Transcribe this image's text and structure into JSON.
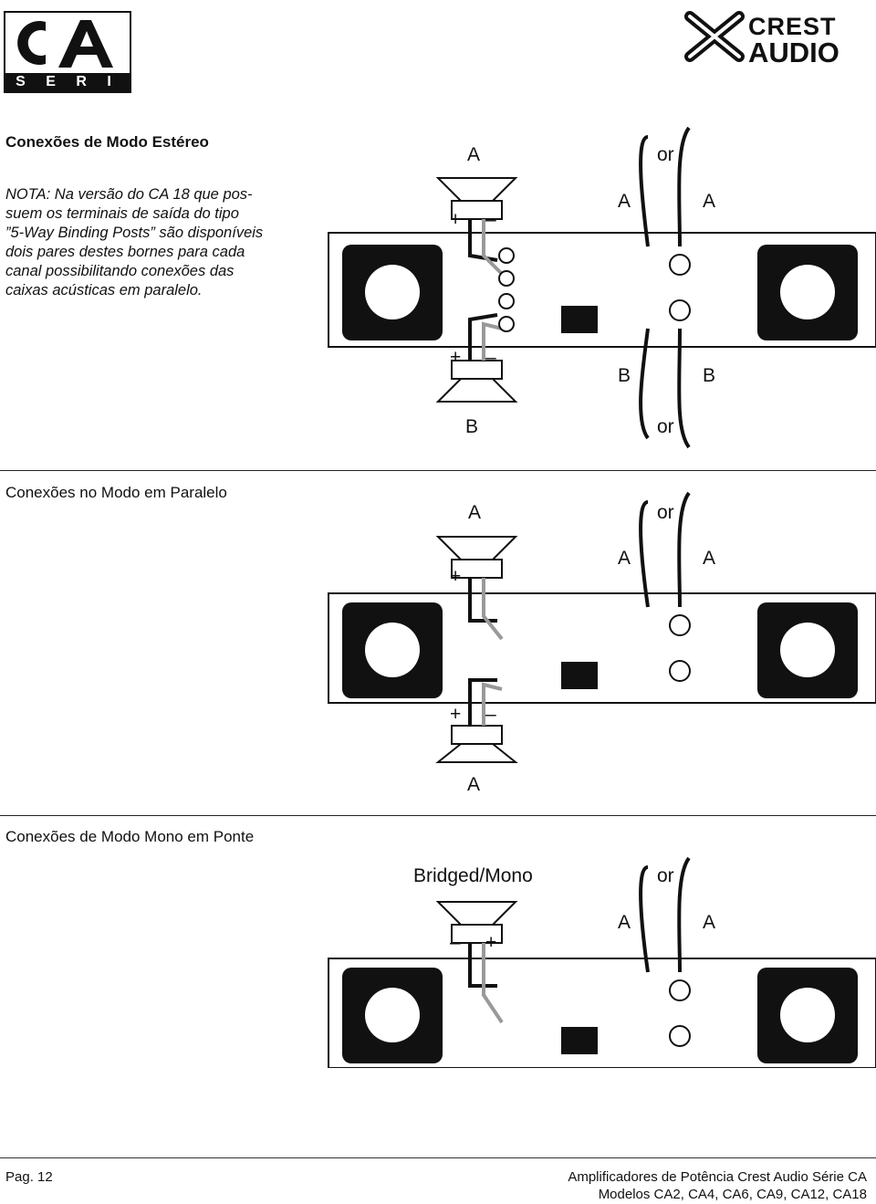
{
  "logo": {
    "ca_text": "CA",
    "series_text": "S E R I E S"
  },
  "brand": {
    "line1": "CREST",
    "line2": "AUDIO"
  },
  "sections": {
    "stereo": {
      "title": "Conexões de  Modo Estéreo",
      "note": [
        "NOTA: Na versão do CA 18 que pos-",
        "suem os terminais de saída do tipo",
        "”5-Way Binding Posts” são disponíveis",
        "dois pares destes bornes para cada",
        "canal possibilitando conexões das",
        "caixas acústicas em paralelo."
      ],
      "labels": {
        "top_a": "A",
        "or_top": "or",
        "in_a1": "A",
        "in_a2": "A",
        "in_b1": "B",
        "in_b2": "B",
        "bottom_b": "B",
        "or_bottom": "or",
        "plus_top": "+",
        "minus_top": "–",
        "plus_bot": "+",
        "minus_bot": "–"
      }
    },
    "parallel": {
      "title": "Conexões no Modo em Paralelo",
      "labels": {
        "top_a": "A",
        "or_top": "or",
        "in_a1": "A",
        "in_a2": "A",
        "bottom_a": "A",
        "plus_top": "+",
        "minus_top": "–",
        "plus_bot": "+",
        "minus_bot": "–"
      }
    },
    "bridge": {
      "title": "Conexões de Modo Mono em Ponte",
      "labels": {
        "top": "Bridged/Mono",
        "or_top": "or",
        "in_a1": "A",
        "in_a2": "A",
        "minus": "–",
        "plus": "+"
      }
    }
  },
  "footer": {
    "page": "Pag. 12",
    "line1": "Amplificadores de Potência Crest Audio Série CA",
    "line2": "Modelos CA2, CA4, CA6, CA9, CA12, CA18"
  }
}
